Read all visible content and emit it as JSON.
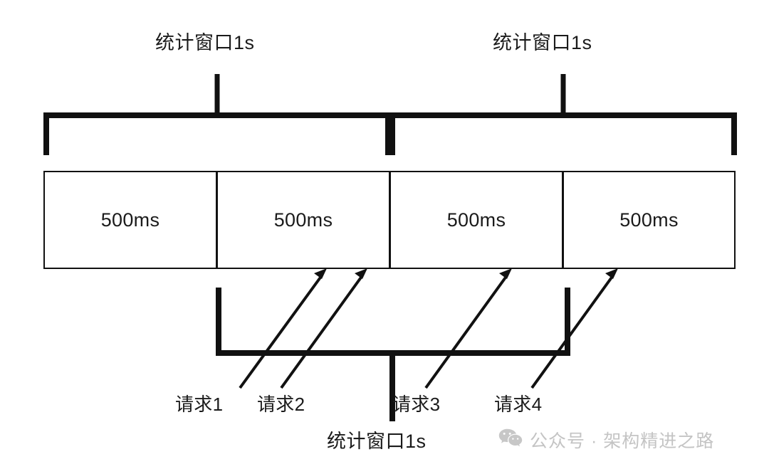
{
  "diagram": {
    "title_top_left": "统计窗口1s",
    "title_top_right": "统计窗口1s",
    "title_bottom": "统计窗口1s",
    "slots": [
      {
        "label": "500ms"
      },
      {
        "label": "500ms"
      },
      {
        "label": "500ms"
      },
      {
        "label": "500ms"
      }
    ],
    "requests": [
      {
        "label": "请求1"
      },
      {
        "label": "请求2"
      },
      {
        "label": "请求3"
      },
      {
        "label": "请求4"
      }
    ],
    "colors": {
      "stroke": "#111111",
      "text": "#1b1b1b",
      "background": "#ffffff",
      "watermark": "#c4c4c4"
    }
  },
  "watermark": {
    "icon": "wechat-icon",
    "text": "公众号 · 架构精进之路"
  }
}
